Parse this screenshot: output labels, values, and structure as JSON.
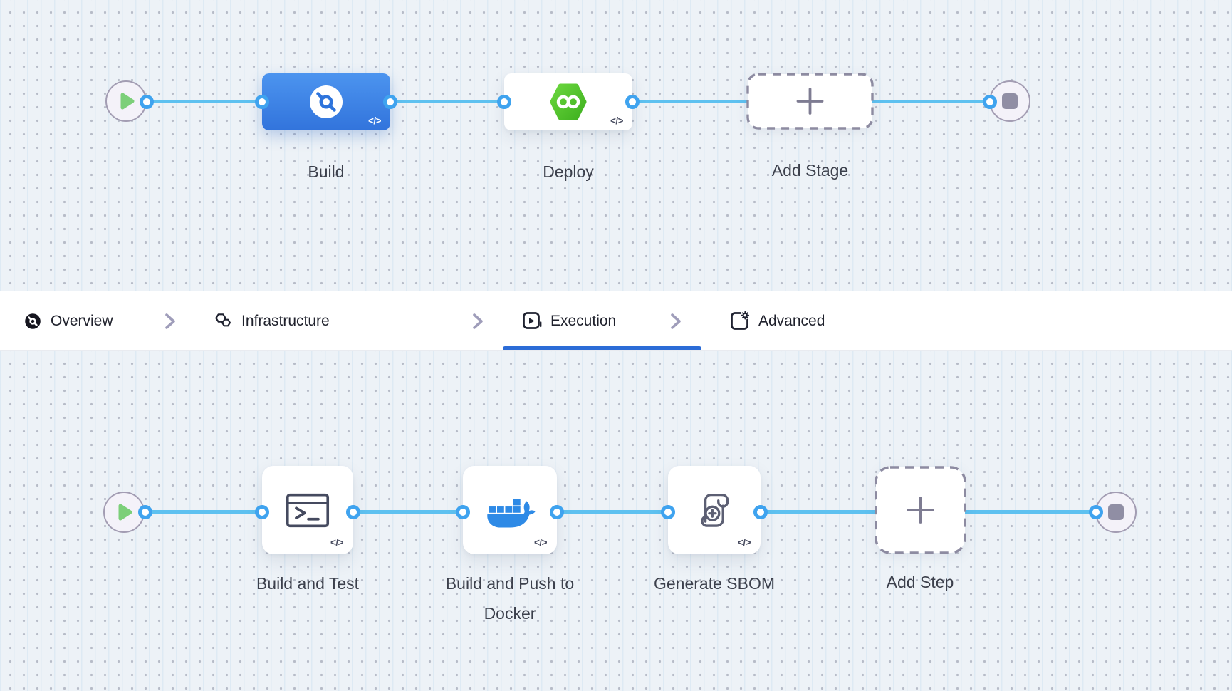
{
  "colors": {
    "canvas_background": "#edf2f7",
    "connector_blue": "#5ec1f0",
    "port_ring_blue": "#3fa3ef",
    "active_tab_underline": "#2b6cd7",
    "build_stage_blue": "#3a7fe2",
    "deploy_hexagon_green": "#54c72e",
    "docker_blue": "#2e8ae6",
    "start_play_green": "#7ccf79",
    "stop_square_gray": "#908ea4"
  },
  "stage_pipeline": {
    "start_icon": "play-icon",
    "end_icon": "stop-icon",
    "stages": [
      {
        "label": "Build",
        "icon": "ci-build-icon",
        "code_badge": "</>"
      },
      {
        "label": "Deploy",
        "icon": "cd-deploy-icon",
        "code_badge": "</>"
      }
    ],
    "add_stage": {
      "label": "Add Stage",
      "icon": "plus-icon"
    }
  },
  "tabs": {
    "separator_icon": "chevron-right-icon",
    "items": [
      {
        "label": "Overview",
        "icon": "overview-pie-icon",
        "active": false
      },
      {
        "label": "Infrastructure",
        "icon": "hexagons-icon",
        "active": false
      },
      {
        "label": "Execution",
        "icon": "play-frame-icon",
        "active": true
      },
      {
        "label": "Advanced",
        "icon": "gear-frame-icon",
        "active": false
      }
    ]
  },
  "step_pipeline": {
    "start_icon": "play-icon",
    "end_icon": "stop-icon",
    "steps": [
      {
        "label": "Build and Test",
        "icon": "terminal-icon",
        "code_badge": "</>"
      },
      {
        "label": "Build and Push to Docker",
        "icon": "docker-whale-icon",
        "code_badge": "</>"
      },
      {
        "label": "Generate SBOM",
        "icon": "scroll-plus-icon",
        "code_badge": "</>"
      }
    ],
    "add_step": {
      "label": "Add Step",
      "icon": "plus-icon"
    }
  }
}
